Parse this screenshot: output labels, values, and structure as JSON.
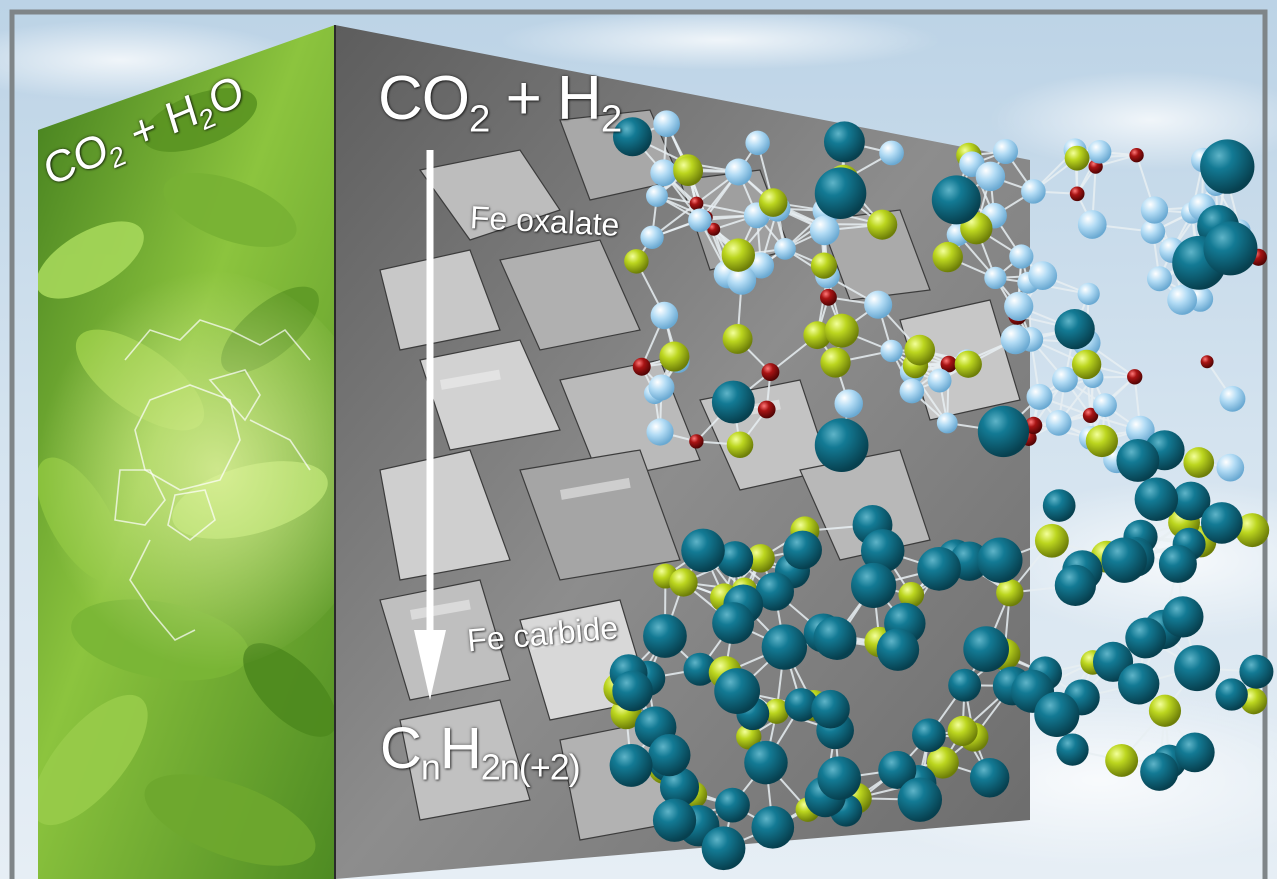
{
  "labels": {
    "leaf_reactants": {
      "a": "CO",
      "a_sub": "2",
      "plus": " + H",
      "b_sub": "2",
      "c": "O"
    },
    "top_reactants": {
      "a": "CO",
      "a_sub": "2",
      "plus": " + H",
      "b_sub": "2"
    },
    "fe_oxalate": "Fe oxalate",
    "fe_carbide": "Fe carbide",
    "product": {
      "a": "C",
      "a_sub": "n",
      "b": "H",
      "b_sub": "2n(+2)"
    }
  },
  "icons": {
    "arrow": "down-arrow-icon"
  },
  "colors": {
    "sky": "#cfe0ee",
    "leaf_green": "#7fb83a",
    "sem_gray": "#7a7a7a",
    "fe_atom": "#0f6e86",
    "c_atom": "#b6d11c",
    "o_atom": "#9b1111",
    "h_atom": "#a9d6f2",
    "frame": "#7f8588"
  }
}
